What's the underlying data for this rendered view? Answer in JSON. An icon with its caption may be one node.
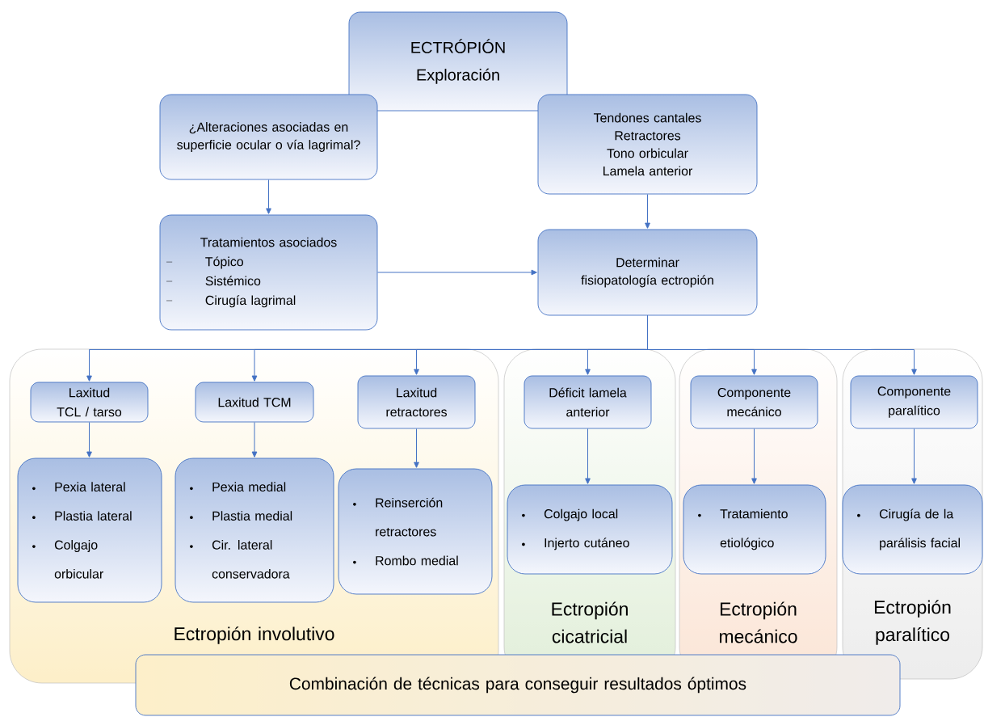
{
  "diagram": {
    "nodes": [
      {
        "text": [
          "ECTRÓPIÓN",
          "Exploración"
        ]
      },
      {
        "text": [
          "¿Alteraciones asociadas en superficie ocular o vía lagrimal?"
        ]
      },
      {
        "text": [
          "Tendones cantales",
          "Retractores",
          "Tono orbicular",
          "Lamela anterior"
        ]
      },
      {
        "text": [
          "Tratamientos asociados",
          "Tópico",
          "Sistémico",
          "Cirugía lagrimal"
        ]
      },
      {
        "text": [
          "Determinar fisiopatología ectropión"
        ]
      },
      {
        "text": [
          "Ectropión involutivo"
        ]
      },
      {
        "text": [
          "Ectropión cicatricial"
        ]
      },
      {
        "text": [
          "Ectropión mecánico"
        ]
      },
      {
        "text": [
          "Ectropión paralítico"
        ]
      },
      {
        "text": [
          "Laxitud TCL / tarso"
        ],
        "in": 5
      },
      {
        "text": [
          "Laxitud TCM"
        ],
        "in": 5
      },
      {
        "text": [
          "Laxitud retractores"
        ],
        "in": 5
      },
      {
        "text": [
          "Pexia lateral",
          "Plastia lateral",
          "Colgajo orbicular"
        ],
        "in": 5
      },
      {
        "text": [
          "Pexia medial",
          "Plastia medial",
          "Cir. lateral conservadora"
        ],
        "in": 5
      },
      {
        "text": [
          "Reinserción retractores",
          "Rombo medial"
        ],
        "in": 5
      },
      {
        "text": [
          "Déficit lamela anterior"
        ],
        "in": 6
      },
      {
        "text": [
          "Colgajo local",
          "Injerto cutáneo"
        ],
        "in": 6
      },
      {
        "text": [
          "Componente mecánico"
        ],
        "in": 7
      },
      {
        "text": [
          "Tratamiento etiológico"
        ],
        "in": 7
      },
      {
        "text": [
          "Componente paralítico"
        ],
        "in": 8
      },
      {
        "text": [
          "Cirugía de la parálisis facial"
        ],
        "in": 8
      },
      {
        "text": [
          "Combinación de técnicas para conseguir resultados óptimos"
        ]
      }
    ],
    "edges": [
      {
        "from": 1,
        "to": 3,
        "arrow": "to"
      },
      {
        "from": 2,
        "to": 4,
        "arrow": "to"
      },
      {
        "from": 3,
        "to": 4,
        "arrow": "to"
      },
      {
        "from": 4,
        "to": 9,
        "arrow": "to"
      },
      {
        "from": 4,
        "to": 10,
        "arrow": "to"
      },
      {
        "from": 4,
        "to": 11,
        "arrow": "to"
      },
      {
        "from": 4,
        "to": 15,
        "arrow": "to"
      },
      {
        "from": 4,
        "to": 17,
        "arrow": "to"
      },
      {
        "from": 4,
        "to": 19,
        "arrow": "to"
      },
      {
        "from": 9,
        "to": 12,
        "arrow": "to"
      },
      {
        "from": 10,
        "to": 13,
        "arrow": "to"
      },
      {
        "from": 11,
        "to": 14,
        "arrow": "to"
      },
      {
        "from": 15,
        "to": 16,
        "arrow": "to"
      },
      {
        "from": 17,
        "to": 18,
        "arrow": "to"
      },
      {
        "from": 19,
        "to": 20,
        "arrow": "to"
      }
    ]
  }
}
